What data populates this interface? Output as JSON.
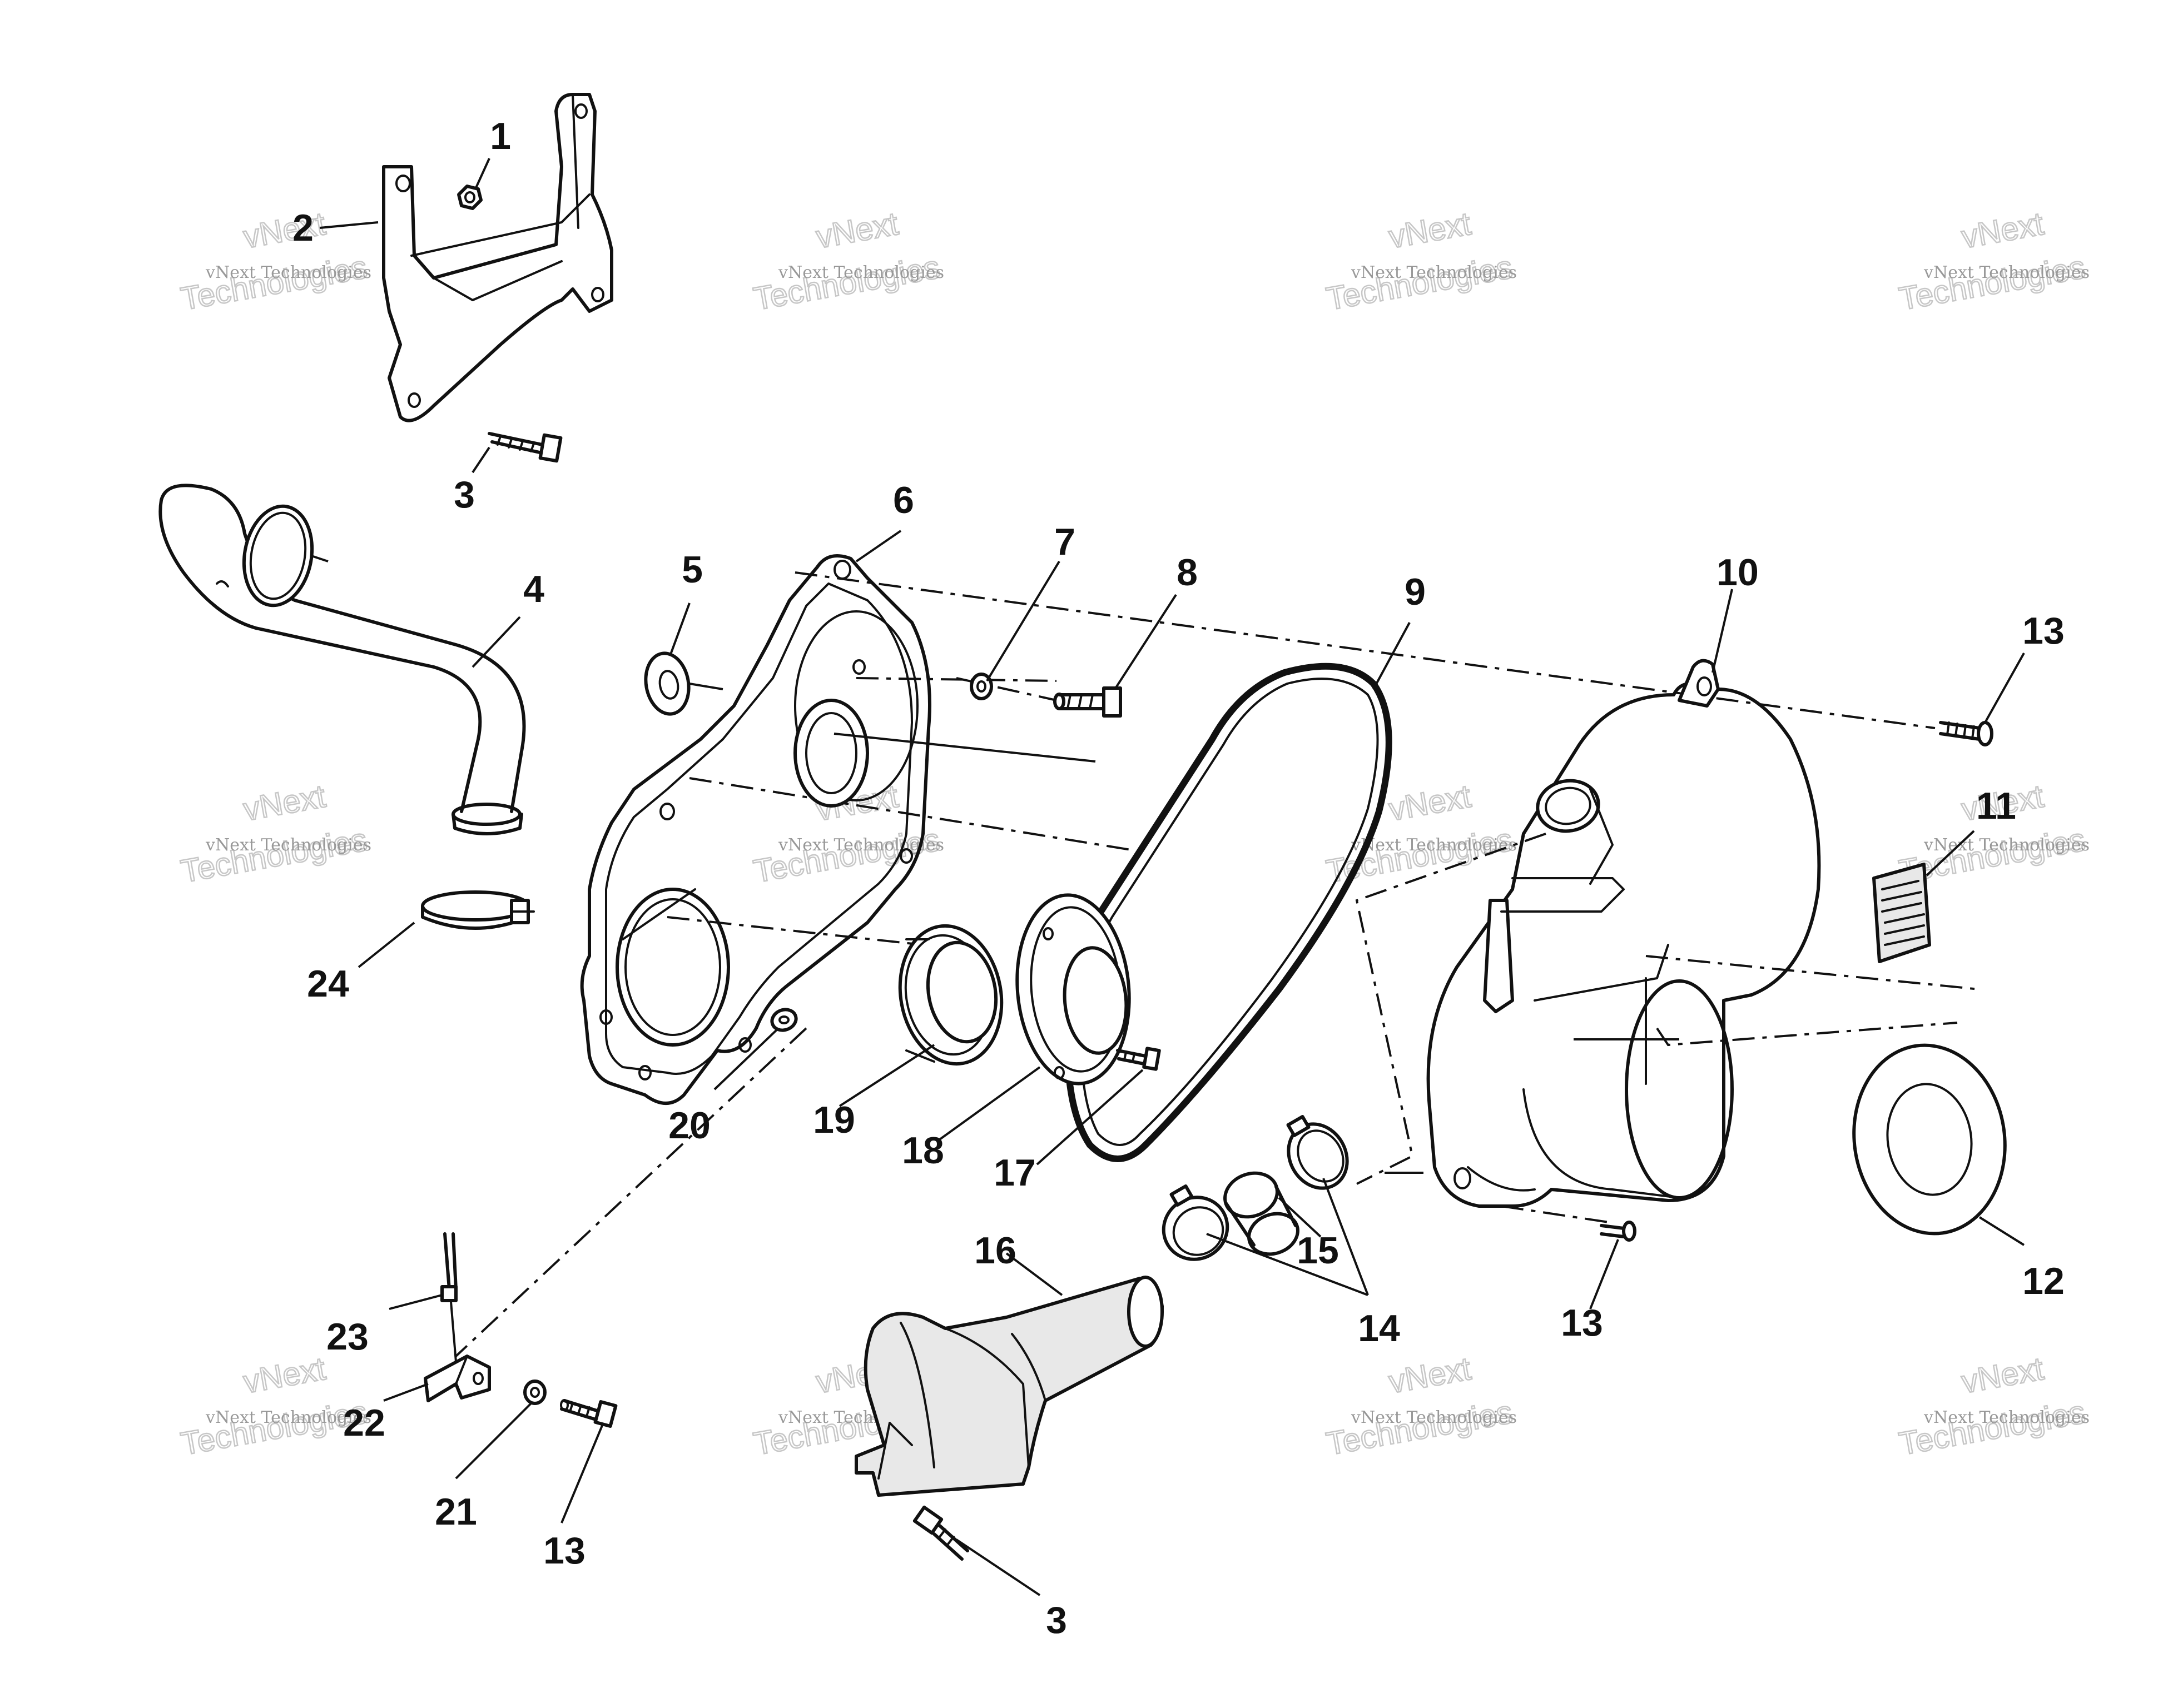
{
  "watermark": {
    "line1": "vNext Technologies",
    "line2a": "vNext",
    "line2b": "Technologies"
  },
  "callouts": {
    "c1": "1",
    "c2": "2",
    "c3a": "3",
    "c3b": "3",
    "c4": "4",
    "c5": "5",
    "c6": "6",
    "c7": "7",
    "c8": "8",
    "c9": "9",
    "c10": "10",
    "c11": "11",
    "c12": "12",
    "c13a": "13",
    "c13b": "13",
    "c13c": "13",
    "c14": "14",
    "c15": "15",
    "c16": "16",
    "c17": "17",
    "c18": "18",
    "c19": "19",
    "c20": "20",
    "c21": "21",
    "c22": "22",
    "c23": "23",
    "c24": "24"
  }
}
